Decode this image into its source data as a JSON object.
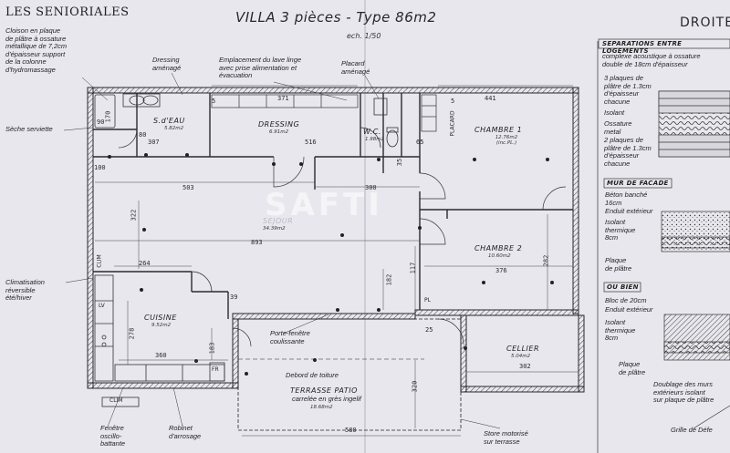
{
  "header": {
    "brand": "LES SENIORIALES",
    "title": "VILLA 3 pièces  -  Type 86m2",
    "scale": "ech. 1/50",
    "side_tag": "DROITE"
  },
  "rooms": [
    {
      "name": "S.d'EAU",
      "area": "5.82m2"
    },
    {
      "name": "DRESSING",
      "area": "6.91m2"
    },
    {
      "name": "W.C.",
      "area": "1.98m2"
    },
    {
      "name": "CHAMBRE 1",
      "area": "12.76m2 (inc.PL.)"
    },
    {
      "name": "SEJOUR",
      "area": "34.39m2"
    },
    {
      "name": "CHAMBRE 2",
      "area": "10.60m2"
    },
    {
      "name": "CUISINE",
      "area": "9.52m2"
    },
    {
      "name": "CELLIER",
      "area": "5.04m2"
    },
    {
      "name": "TERRASSE PATIO",
      "area": "18.68m2"
    }
  ],
  "terrace_note": "carrelée en grès ingelif",
  "annotations": {
    "cloison": "Cloison en plaque\nde plâtre à ossature\nmétallique de 7,2cm\nd'épaisseur support\nde la colonne\nd'hydromassage",
    "dressing_amenage": "Dressing\naménagé",
    "lave_linge": "Emplacement du lave linge\navec prise alimentation et\névacuation",
    "placard_amenage": "Placard\naménagé",
    "seche_serviette": "Sèche serviette",
    "climatisation": "Climatisation\nréversible\nété/hiver",
    "porte_fenetre": "Porte-fenêtre\ncoulissante",
    "debord": "Debord de toiture",
    "fenetre": "Fenêtre\noscillo-\nbattante",
    "robinet": "Robinet\nd'arrosage",
    "store": "Store motorisé\nsur terrasse",
    "placard_tag": "PLACARD",
    "clim": "CLIM",
    "lv": "LV",
    "fr": "FR",
    "pl": "PL"
  },
  "dimensions": {
    "d371": "371",
    "d441": "441",
    "d516": "516",
    "d307": "307",
    "d80": "80",
    "d65": "65",
    "d35": "35",
    "d503": "503",
    "d300": "300",
    "d893": "893",
    "d322": "322",
    "d264": "264",
    "d376": "376",
    "d282": "282",
    "d117": "117",
    "d182": "182",
    "d278": "278",
    "d183": "183",
    "d360": "360",
    "d302": "302",
    "d320": "320",
    "d580": "580",
    "d5": "5",
    "d90": "90",
    "d170": "170",
    "d100": "100",
    "d39": "39",
    "d25": "25"
  },
  "panel": {
    "separations_title": "SEPARATIONS ENTRE LOGEMENTS",
    "separations_desc": "complexe acoustique à ossature\ndouble de 18cm d'épaisseur",
    "sep_items": [
      "3 plaques de\nplâtre de 1.3cm\nd'épaisseur\nchacune",
      "Isolant",
      "Ossature\nmetal",
      "2 plaques de\nplâtre de 1.3cm\nd'épaisseur\nchacune"
    ],
    "facade_title": "MUR DE FACADE",
    "facade_items": [
      "Béton banché\n16cm",
      "Enduit extérieur",
      "Isolant\nthermique\n8cm",
      "Plaque\nde plâtre"
    ],
    "oubien_title": "OU BIEN",
    "oubien_items": [
      "Bloc de 20cm",
      "Enduit extérieur",
      "Isolant\nthermique\n8cm",
      "Plaque\nde plâtre"
    ],
    "doublage": "Doublage des murs\nextérieurs isolant\nsur plaque de plâtre",
    "grille": "Grille de Défe"
  },
  "watermark": "SAFTI",
  "colors": {
    "paper": "#e9e7ee",
    "ink": "#1e1e24",
    "wall": "#2a2a30",
    "hatch": "#555"
  }
}
